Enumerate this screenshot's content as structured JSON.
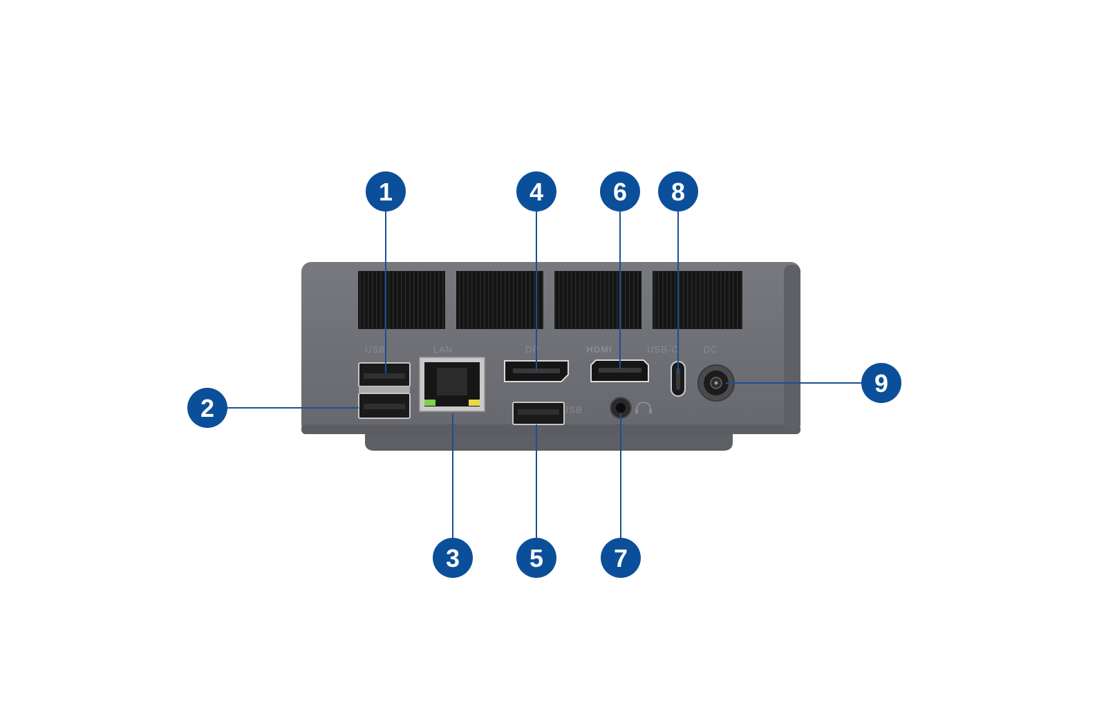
{
  "colors": {
    "badge": "#0b4f9a",
    "leader": "#1b4f91",
    "chassis": "#6c6e74",
    "chassis_dark": "#55575c",
    "vent": "#141414",
    "port_label": "#8a8c92"
  },
  "port_labels": {
    "usb_top": "USB",
    "lan": "LAN",
    "dp": "DP",
    "hdmi": "HDMI",
    "usbc": "USB-C",
    "dc": "DC",
    "usb_small": "USB"
  },
  "callouts": [
    {
      "num": "1",
      "target": "usb-a-top"
    },
    {
      "num": "2",
      "target": "usb-a-bottom"
    },
    {
      "num": "3",
      "target": "lan-port"
    },
    {
      "num": "4",
      "target": "displayport"
    },
    {
      "num": "5",
      "target": "usb-a-front"
    },
    {
      "num": "6",
      "target": "hdmi-port"
    },
    {
      "num": "7",
      "target": "audio-jack"
    },
    {
      "num": "8",
      "target": "usb-c-port"
    },
    {
      "num": "9",
      "target": "dc-in"
    }
  ]
}
